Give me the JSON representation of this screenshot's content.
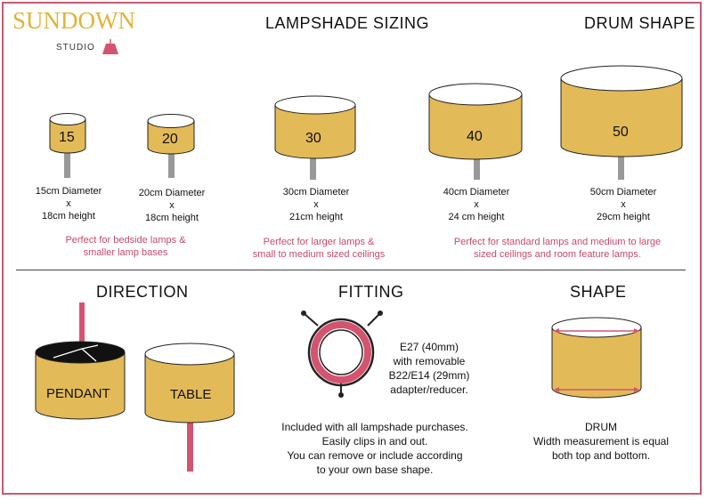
{
  "brand": {
    "name": "SUNDOWN",
    "sub": "STUDIO"
  },
  "headings": {
    "sizing": "LAMPSHADE SIZING",
    "shape_top": "DRUM SHAPE",
    "direction": "DIRECTION",
    "fitting": "FITTING",
    "shape": "SHAPE"
  },
  "sizes": [
    {
      "label": "15",
      "line1": "15cm Diameter",
      "x": "x",
      "line2": "18cm height"
    },
    {
      "label": "20",
      "line1": "20cm Diameter",
      "x": "x",
      "line2": "18cm height"
    },
    {
      "label": "30",
      "line1": "30cm Diameter",
      "x": "x",
      "line2": "21cm height"
    },
    {
      "label": "40",
      "line1": "40cm Diameter",
      "x": "x",
      "line2": "24 cm height"
    },
    {
      "label": "50",
      "line1": "50cm Diameter",
      "x": "x",
      "line2": "29cm height"
    }
  ],
  "notes": [
    {
      "l1": "Perfect for bedside lamps &",
      "l2": "smaller lamp bases"
    },
    {
      "l1": "Perfect for larger lamps &",
      "l2": "small to medium sized ceilings"
    },
    {
      "l1": "Perfect for standard lamps and medium to large",
      "l2": "sized ceilings and room feature lamps."
    }
  ],
  "direction": {
    "pendant": "PENDANT",
    "table": "TABLE"
  },
  "fitting": {
    "spec": [
      "E27 (40mm)",
      "with removable",
      "B22/E14 (29mm)",
      "adapter/reducer."
    ],
    "desc": [
      "Included with all lampshade purchases.",
      "Easily clips in and out.",
      "You can remove or include according",
      "to your own base shape."
    ]
  },
  "shape": {
    "name": "DRUM",
    "desc": [
      "Width measurement is equal",
      "both top and bottom."
    ]
  },
  "colors": {
    "shade": "#e3ba58",
    "accent": "#d45470",
    "stem": "#999999",
    "frame": "#c65a72"
  }
}
